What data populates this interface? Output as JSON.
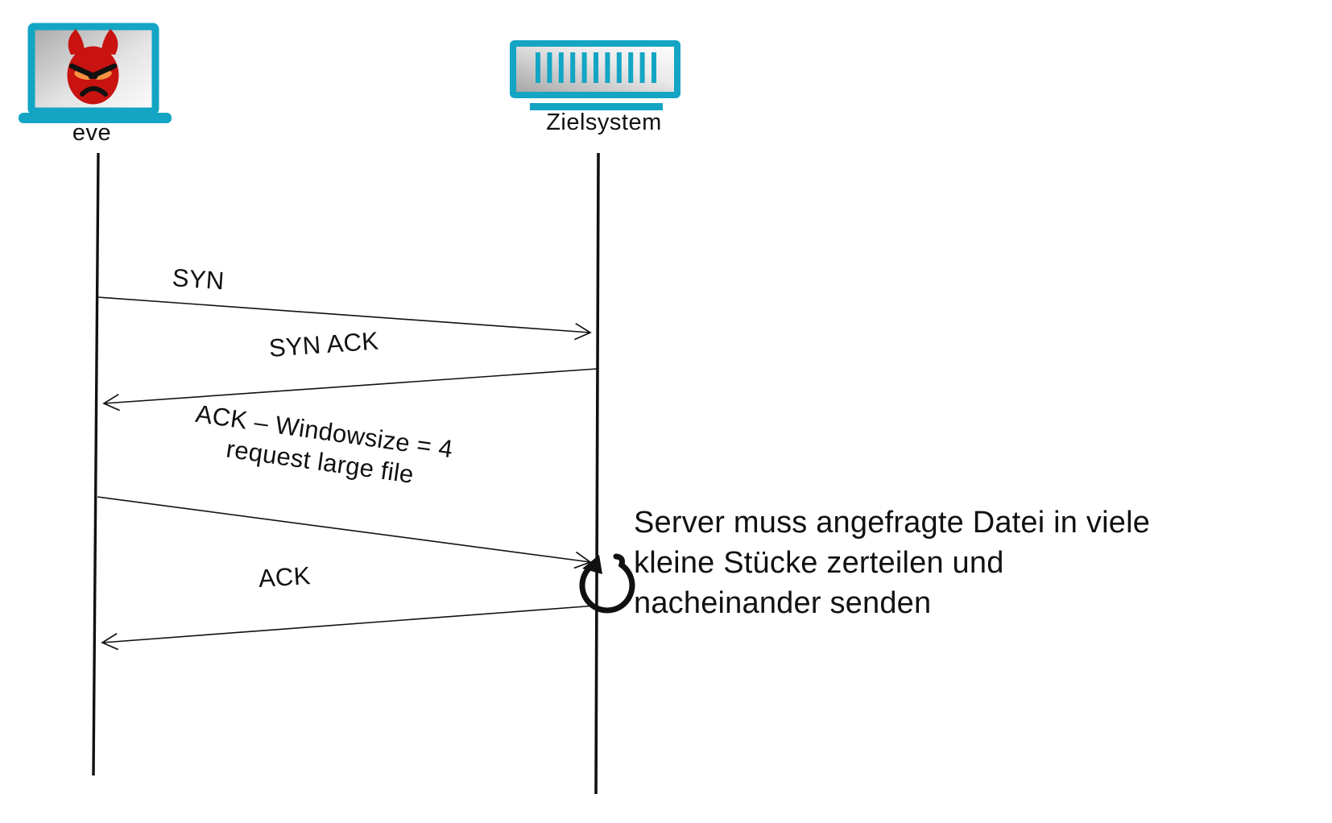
{
  "diagram": {
    "actors": [
      {
        "id": "eve",
        "label": "eve"
      },
      {
        "id": "zielsystem",
        "label": "Zielsystem"
      }
    ],
    "messages": [
      {
        "id": "syn",
        "label": "SYN",
        "from": "eve",
        "to": "zielsystem"
      },
      {
        "id": "syn-ack",
        "label": "SYN ACK",
        "from": "zielsystem",
        "to": "eve"
      },
      {
        "id": "ack-window",
        "line1": "ACK – Windowsize = 4",
        "line2": "request large file",
        "from": "eve",
        "to": "zielsystem"
      },
      {
        "id": "ack",
        "label": "ACK",
        "from": "zielsystem",
        "to": "eve"
      }
    ],
    "note": {
      "lines": [
        "Server muss angefragte Datei in viele",
        "kleine Stücke zerteilen und",
        "nacheinander senden"
      ]
    },
    "icons": {
      "attacker": "devil-laptop-icon",
      "target": "server-icon",
      "annotation": "loop-arrow-icon"
    },
    "colors": {
      "teal": "#14a5c4",
      "devil_red": "#c81311",
      "devil_eye_orange": "#f69340",
      "ink": "#111111"
    }
  }
}
